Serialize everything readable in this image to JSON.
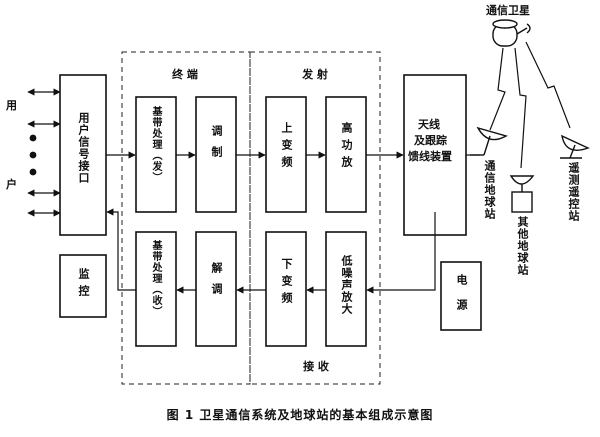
{
  "user_label_top": "用",
  "user_label_bottom": "户",
  "blocks": {
    "user_interface": "用户信号接口",
    "monitor": "监控",
    "baseband_tx": "基带处理（发）",
    "baseband_rx": "基带处理（收）",
    "modulate": "调制",
    "demodulate": "解调",
    "upconvert": "上变频",
    "downconvert": "下变频",
    "hpa": "高功放",
    "lna": "低噪声放大",
    "antenna_line1": "天线",
    "antenna_line2": "及跟踪",
    "antenna_line3": "馈线装置",
    "power": "电源"
  },
  "groups": {
    "terminal": "终 端",
    "transmit": "发 射",
    "receive": "接 收"
  },
  "right_side": {
    "satellite": "通信卫星",
    "comm_station": "通信地球站",
    "other_station": "其他地球站",
    "tt_station": "遥测遥控站"
  },
  "caption": "图 1   卫星通信系统及地球站的基本组成示意图"
}
